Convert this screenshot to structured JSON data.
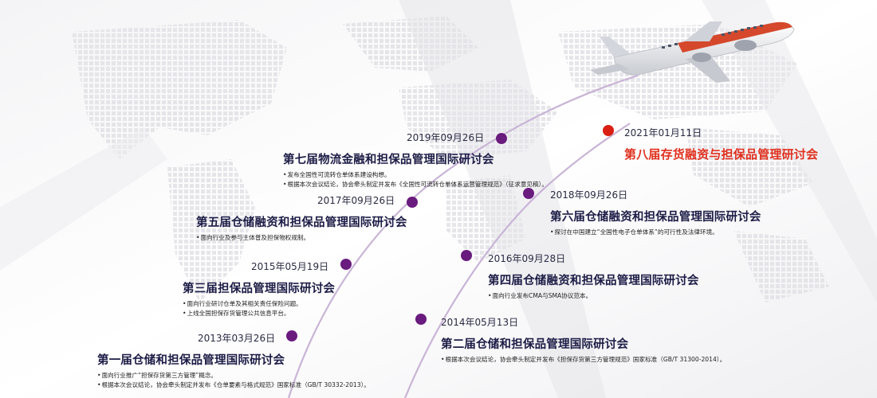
{
  "colors": {
    "dot": "#6a1b7e",
    "dot_highlight": "#d91f12",
    "title": "#1c1c46",
    "title_highlight": "#e0301e",
    "track": "#c9b4d6"
  },
  "icons": {
    "plane": "airplane-icon"
  },
  "events": [
    {
      "id": "e1",
      "date": "2013年03月26日",
      "title": "第一届仓储和担保品管理国际研讨会",
      "notes": [
        "面向行业推广“担保存货第三方管理”概念。",
        "根据本次会议结论，协会牵头制定并发布《仓单要素与格式规范》国家标准（GB/T 30332-2013）。"
      ]
    },
    {
      "id": "e2",
      "date": "2014年05月13日",
      "title": "第二届仓储和担保品管理国际研讨会",
      "notes": [
        "根据本次会议结论，协会牵头制定并发布《担保存货第三方管理规范》国家标准（GB/T 31300-2014）。"
      ]
    },
    {
      "id": "e3",
      "date": "2015年05月19日",
      "title": "第三届担保品管理国际研讨会",
      "notes": [
        "面向行业研讨仓单及其相关责任保险问题。",
        "上线全国担保存货管理公共信息平台。"
      ]
    },
    {
      "id": "e4",
      "date": "2016年09月28日",
      "title": "第四届仓储融资和担保品管理国际研讨会",
      "notes": [
        "面向行业发布CMA与SMA协议范本。"
      ]
    },
    {
      "id": "e5",
      "date": "2017年09月26日",
      "title": "第五届仓储融资和担保品管理国际研讨会",
      "notes": [
        "面向行业及参与主体普及担保物权规制。"
      ]
    },
    {
      "id": "e6",
      "date": "2018年09月26日",
      "title": "第六届仓储融资和担保品管理国际研讨会",
      "notes": [
        "探讨在中国建立“全国性电子仓单体系”的可行性及法律环境。"
      ]
    },
    {
      "id": "e7",
      "date": "2019年09月26日",
      "title": "第七届物流金融和担保品管理国际研讨会",
      "notes": [
        "发布全国性可流转仓单体系建设构想。",
        "根据本次会议结论，协会牵头制定并发布《全国性可流转仓单体系运营管理规范》（征求意见稿）。"
      ]
    },
    {
      "id": "e8",
      "date": "2021年01月11日",
      "title": "第八届存货融资与担保品管理研讨会",
      "notes": []
    }
  ]
}
